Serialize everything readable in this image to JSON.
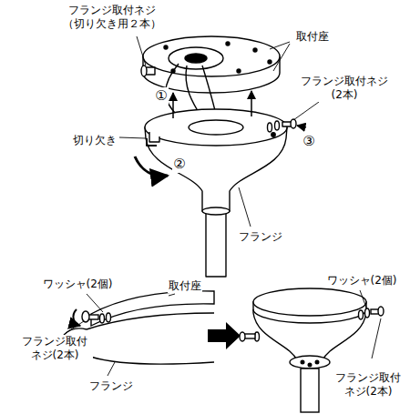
{
  "diagram": {
    "labels": [
      "フランジ取付ネジ （切り欠き用２本）",
      "取付座",
      "フランジ取付ネジ (2本)",
      "①",
      "②",
      "③",
      "切り欠き",
      "フランジ",
      "ワッシャ(2個)",
      "取付座",
      "フランジ取付 ネジ(2本)",
      "フランジ",
      "ワッシャ(2個)",
      "フランジ取付 ネジ(2本)"
    ]
  }
}
